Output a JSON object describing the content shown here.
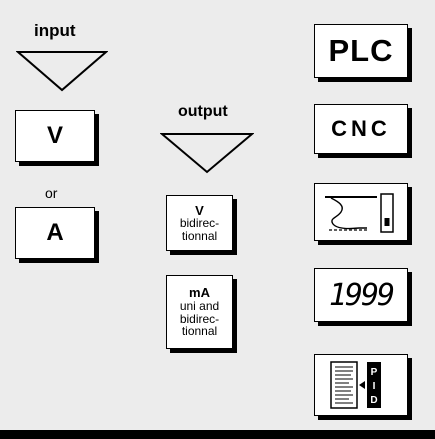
{
  "input": {
    "label": "input",
    "voltage_label": "V",
    "or_label": "or",
    "current_label": "A"
  },
  "output": {
    "label": "output",
    "voltage": {
      "unit": "V",
      "line1": "bidirec-",
      "line2": "tionnal"
    },
    "current": {
      "unit": "mA",
      "line1": "uni and",
      "line2": "bidirec-",
      "line3": "tionnal"
    }
  },
  "devices": {
    "plc_label": "PLC",
    "cnc_label": "CNC",
    "recorder_icon": "chart-recorder-icon",
    "display_text": "1999",
    "pid_icon": "pid-controller-icon",
    "pid_letters": [
      "P",
      "I",
      "D"
    ]
  },
  "colors": {
    "background": "#ececec",
    "box_fill": "#ffffff",
    "ink": "#000000"
  }
}
